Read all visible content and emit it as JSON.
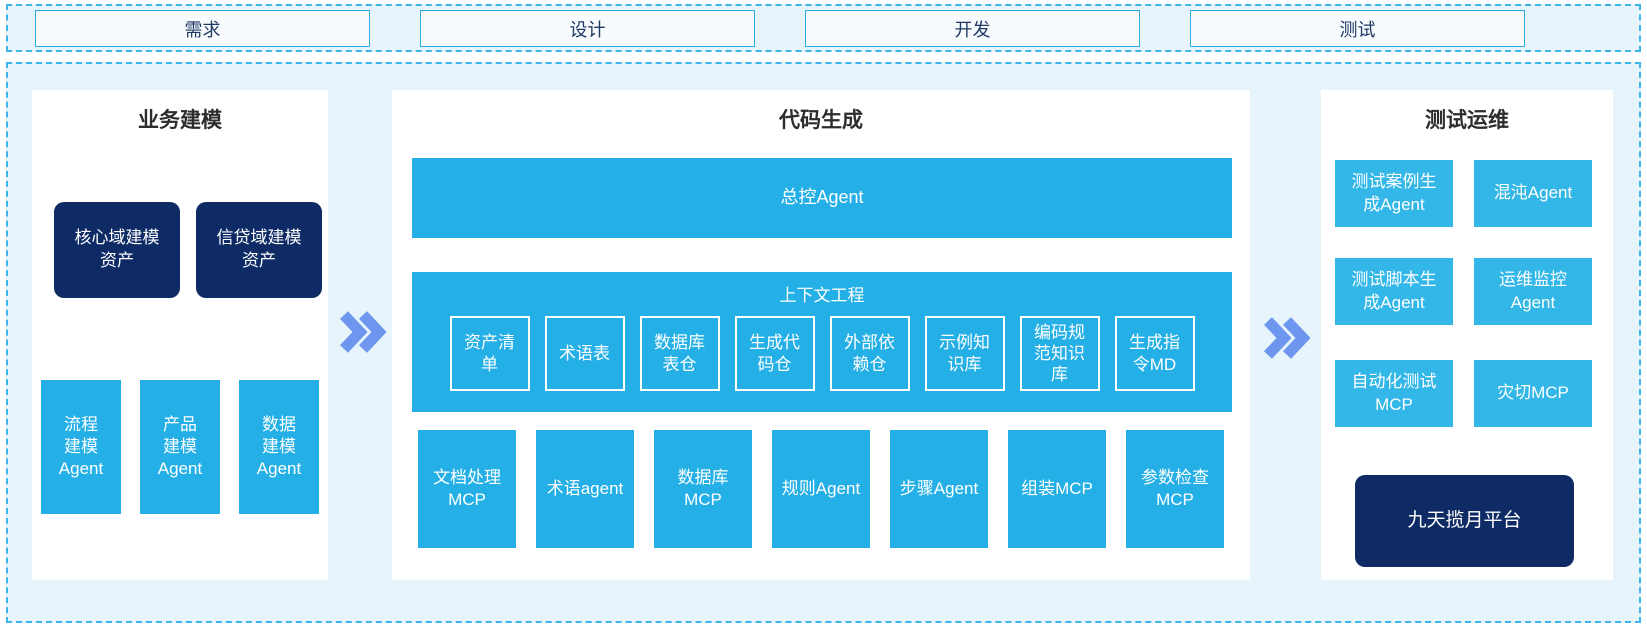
{
  "colors": {
    "cyan": "#24afe6",
    "cyan_light": "#32b7e8",
    "navy": "#0e2b66",
    "band_bg": "#e7f4fc",
    "dashed_border": "#3db5e8",
    "chevron": "#6f96ee",
    "stage_text": "#1f3864",
    "title_text": "#2d2d2d"
  },
  "stages": [
    {
      "label": "需求"
    },
    {
      "label": "设计"
    },
    {
      "label": "开发"
    },
    {
      "label": "测试"
    }
  ],
  "panels": {
    "business": {
      "title": "业务建模",
      "assets": [
        "核心域建模资产",
        "信贷域建模资产"
      ],
      "agents": [
        "流程建模Agent",
        "产品建模Agent",
        "数据建模Agent"
      ]
    },
    "codegen": {
      "title": "代码生成",
      "master_agent": "总控Agent",
      "context": {
        "label": "上下文工程",
        "items": [
          "资产清单",
          "术语表",
          "数据库表仓",
          "生成代码仓",
          "外部依赖仓",
          "示例知识库",
          "编码规范知识库",
          "生成指令MD"
        ]
      },
      "tools": [
        "文档处理MCP",
        "术语agent",
        "数据库MCP",
        "规则Agent",
        "步骤Agent",
        "组装MCP",
        "参数检查MCP"
      ]
    },
    "testops": {
      "title": "测试运维",
      "boxes": [
        "测试案例生成Agent",
        "混沌Agent",
        "测试脚本生成Agent",
        "运维监控Agent",
        "自动化测试MCP",
        "灾切MCP"
      ],
      "platform": "九天揽月平台"
    }
  }
}
